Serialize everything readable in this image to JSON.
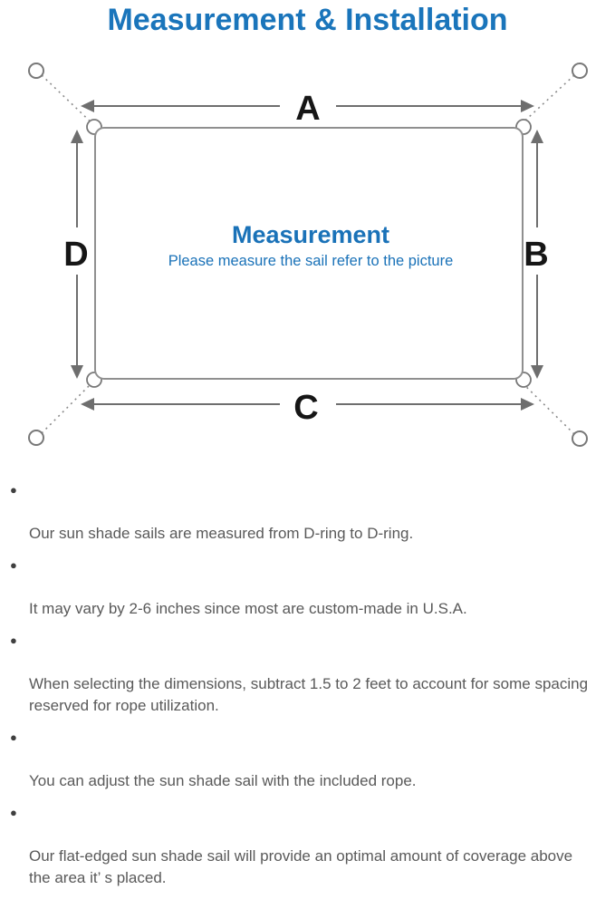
{
  "title": "Measurement & Installation",
  "diagram": {
    "labels": {
      "top": "A",
      "right": "B",
      "bottom": "C",
      "left": "D"
    },
    "center": {
      "heading": "Measurement",
      "subheading": "Please measure the sail refer to the picture"
    }
  },
  "bullets": [
    "Our sun shade sails are measured from D-ring to D-ring.",
    "It may vary by 2-6 inches since most are custom-made in U.S.A.",
    "When selecting the dimensions, subtract 1.5 to 2 feet to account for some spacing\nreserved for rope utilization.",
    "You can adjust the sun shade sail with the included rope.",
    "Our flat-edged sun shade sail will provide an optimal amount of coverage above\nthe area it’ s placed."
  ],
  "bullet_glyph": "●",
  "colors": {
    "title_blue": "#1a75bb",
    "center_blue": "#1a72b8",
    "label_black": "#161616",
    "outline_gray": "#8f8f8f",
    "arrow_gray": "#6e6e6e",
    "rope_gray": "#8a8a8a",
    "text_gray": "#595959"
  }
}
